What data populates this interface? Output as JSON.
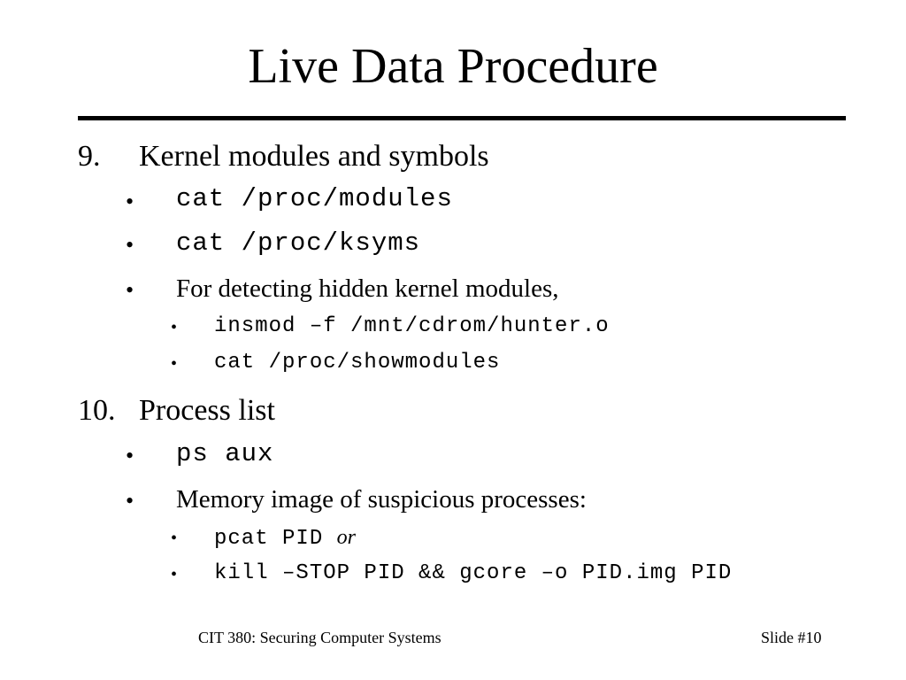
{
  "slide": {
    "title": "Live Data Procedure",
    "items": [
      {
        "number": "9.",
        "text": "Kernel modules and symbols",
        "sub": [
          {
            "text": "cat /proc/modules"
          },
          {
            "text": "cat /proc/ksyms"
          },
          {
            "text": "For detecting hidden kernel modules,"
          }
        ],
        "subsub": [
          {
            "text": "insmod –f /mnt/cdrom/hunter.o"
          },
          {
            "text": "cat /proc/showmodules"
          }
        ]
      },
      {
        "number": "10.",
        "text": "Process list",
        "sub": [
          {
            "text": "ps aux"
          },
          {
            "text": "Memory image of suspicious processes:"
          }
        ],
        "subsub": [
          {
            "text": "pcat PID",
            "suffix": "or"
          },
          {
            "text": "kill –STOP PID && gcore –o PID.img PID"
          }
        ]
      }
    ],
    "bullet": "•"
  },
  "footer": {
    "course": "CIT 380: Securing Computer Systems",
    "slide_number": "Slide #10"
  }
}
